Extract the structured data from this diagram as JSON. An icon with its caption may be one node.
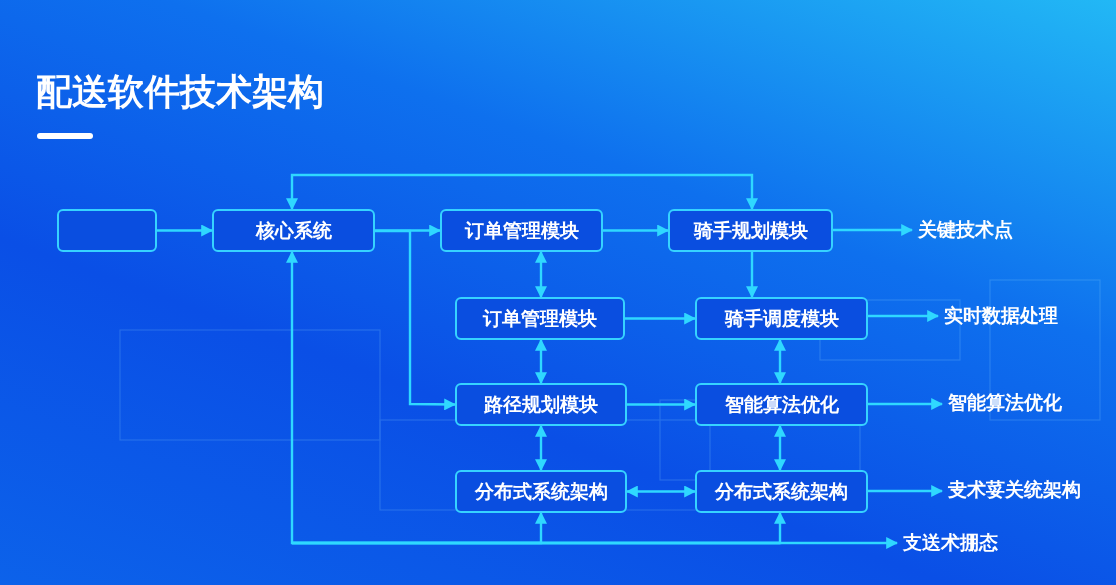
{
  "diagram": {
    "title": "配送软件技术架构",
    "nodes": [
      {
        "text": [],
        "shape": "box"
      },
      {
        "text": [
          "核心系统"
        ]
      },
      {
        "text": [
          "订单管理模块"
        ]
      },
      {
        "text": [
          "骑手规划模块"
        ]
      },
      {
        "text": [
          "关键技术点"
        ]
      },
      {
        "text": [
          "订单管理模块"
        ]
      },
      {
        "text": [
          "骑手调度模块"
        ]
      },
      {
        "text": [
          "实时数据处理"
        ]
      },
      {
        "text": [
          "路径规划模块"
        ]
      },
      {
        "text": [
          "智能算法优化"
        ]
      },
      {
        "text": [
          "智能算法优化"
        ]
      },
      {
        "text": [
          "分布式系统架构"
        ]
      },
      {
        "text": [
          "分布式系统架构"
        ]
      },
      {
        "text": [
          "叏术荽关统架构"
        ]
      },
      {
        "text": [
          "支送术掤态"
        ]
      }
    ],
    "edges": [
      {
        "from": 0,
        "to": 1,
        "arrow": "to"
      },
      {
        "from": 1,
        "to": 2,
        "arrow": "to"
      },
      {
        "from": 1,
        "to": 8,
        "arrow": "to"
      },
      {
        "from": 1,
        "to": 3,
        "arrow": "both"
      },
      {
        "from": 2,
        "to": 3,
        "arrow": "to"
      },
      {
        "from": 3,
        "to": 4,
        "arrow": "to"
      },
      {
        "from": 2,
        "to": 5,
        "arrow": "both"
      },
      {
        "from": 3,
        "to": 6,
        "arrow": "to"
      },
      {
        "from": 5,
        "to": 6,
        "arrow": "to"
      },
      {
        "from": 6,
        "to": 7,
        "arrow": "to"
      },
      {
        "from": 5,
        "to": 8,
        "arrow": "both"
      },
      {
        "from": 6,
        "to": 9,
        "arrow": "both"
      },
      {
        "from": 8,
        "to": 9,
        "arrow": "to"
      },
      {
        "from": 9,
        "to": 10,
        "arrow": "to"
      },
      {
        "from": 8,
        "to": 11,
        "arrow": "both"
      },
      {
        "from": 9,
        "to": 12,
        "arrow": "both"
      },
      {
        "from": 11,
        "to": 12,
        "arrow": "both"
      },
      {
        "from": 12,
        "to": 13,
        "arrow": "to"
      },
      {
        "from": null,
        "to": 1,
        "arrow": "to"
      },
      {
        "from": null,
        "to": 11,
        "arrow": "to"
      },
      {
        "from": null,
        "to": 12,
        "arrow": "to"
      },
      {
        "from": null,
        "to": 14,
        "arrow": "to"
      }
    ]
  }
}
